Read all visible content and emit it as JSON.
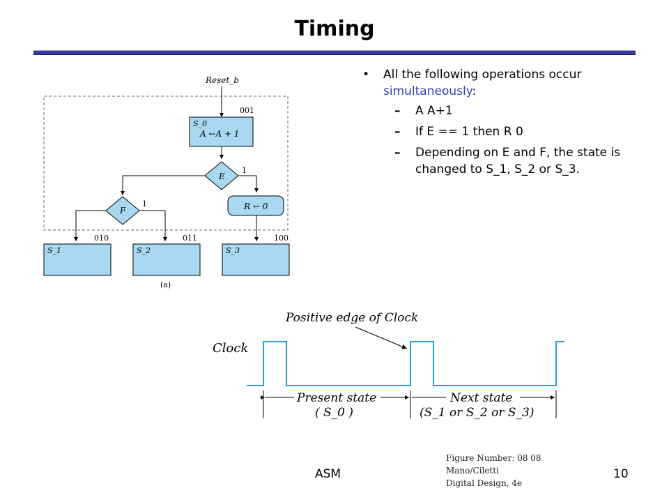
{
  "slide": {
    "title": "Timing",
    "bullets": {
      "main_text": "All the following operations occur ",
      "main_highlight": "simultaneously",
      "main_suffix": ":",
      "items": [
        "A  A+1",
        "If E == 1 then R  0",
        "Depending on E and F, the state is changed to S_1, S_2 or S_3."
      ]
    },
    "footer": {
      "left": "ASM",
      "page": "10"
    },
    "credit": [
      "Figure Number: 08 08",
      "Mano/Ciletti",
      "Digital Design, 4e"
    ]
  },
  "asm": {
    "input_label": "Reset_b",
    "s0_code": "001",
    "s0_name": "S_0",
    "s0_op": "A ←A + 1",
    "decision_e": "E",
    "e_one": "1",
    "r_box": "R ← 0",
    "decision_f": "F",
    "f_one": "1",
    "states": [
      {
        "code": "010",
        "name": "S_1"
      },
      {
        "code": "011",
        "name": "S_2"
      },
      {
        "code": "100",
        "name": "S_3"
      }
    ],
    "caption": "(a)",
    "box_color": "#a9d8f2"
  },
  "timing": {
    "clock_label": "Clock",
    "edge_label": "Positive edge of Clock",
    "present_state_label": "Present state",
    "present_state_value": "( S_0 )",
    "next_state_label": "Next state",
    "next_state_value": "(S_1 or S_2 or S_3)",
    "wave_color": "#2a9fd8"
  }
}
